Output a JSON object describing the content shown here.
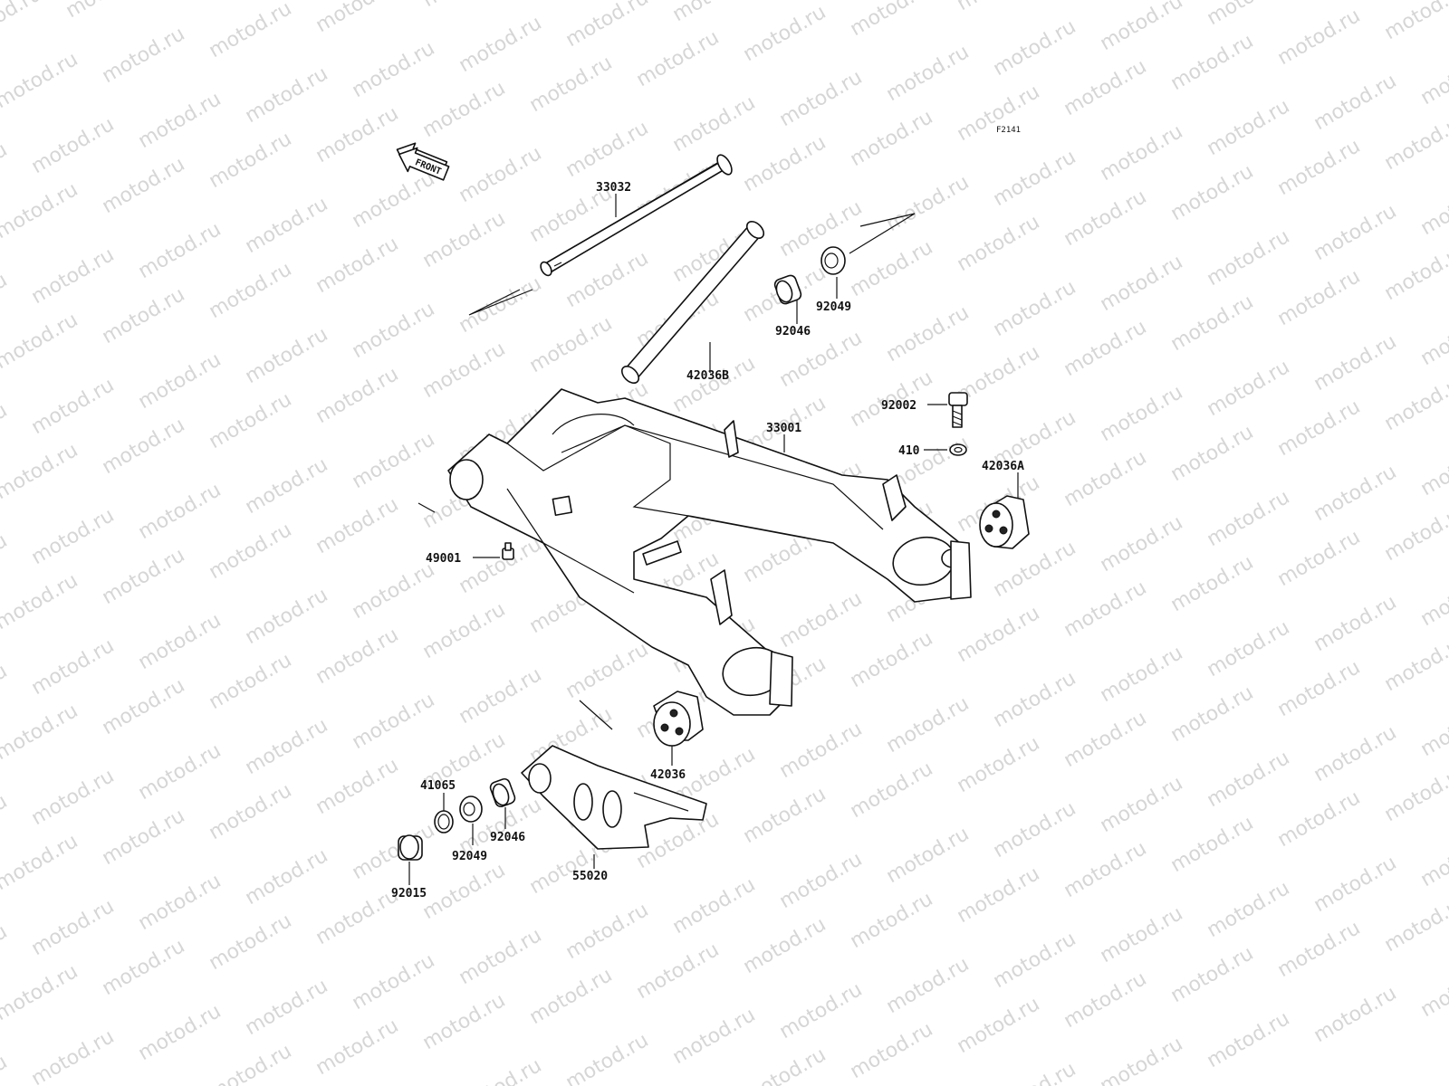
{
  "diagram_code": "F2141",
  "front_label": "FRONT",
  "watermark": "motod.ru",
  "parts": [
    {
      "id": "p33032",
      "number": "33032"
    },
    {
      "id": "p42036B",
      "number": "42036B"
    },
    {
      "id": "p92046a",
      "number": "92046"
    },
    {
      "id": "p92049a",
      "number": "92049"
    },
    {
      "id": "p33001",
      "number": "33001"
    },
    {
      "id": "p92002",
      "number": "92002"
    },
    {
      "id": "p410",
      "number": "410"
    },
    {
      "id": "p42036A",
      "number": "42036A"
    },
    {
      "id": "p49001",
      "number": "49001"
    },
    {
      "id": "p42036",
      "number": "42036"
    },
    {
      "id": "p41065",
      "number": "41065"
    },
    {
      "id": "p92046b",
      "number": "92046"
    },
    {
      "id": "p92049b",
      "number": "92049"
    },
    {
      "id": "p55020",
      "number": "55020"
    },
    {
      "id": "p92015",
      "number": "92015"
    }
  ]
}
